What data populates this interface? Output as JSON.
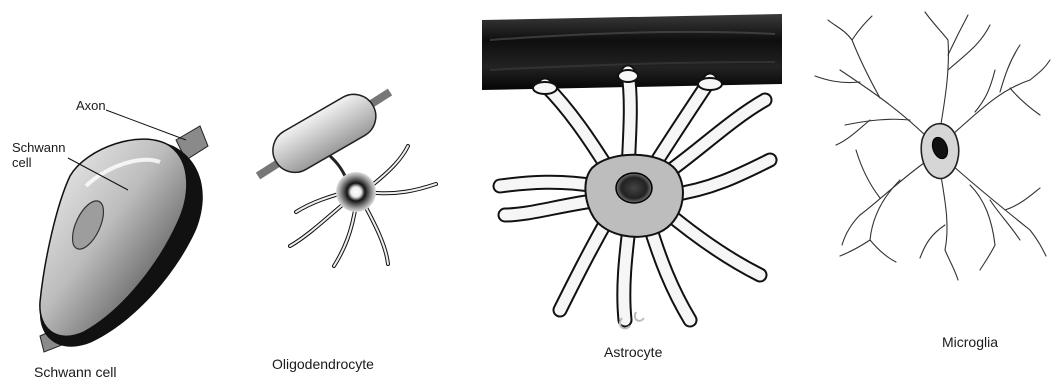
{
  "labels": {
    "axon": "Axon",
    "schwann_cell_callout_line1": "Schwann",
    "schwann_cell_callout_line2": "cell",
    "schwann_cell_caption": "Schwann cell",
    "oligodendrocyte_caption": "Oligodendrocyte",
    "astrocyte_caption": "Astrocyte",
    "microglia_caption": "Microglia"
  }
}
